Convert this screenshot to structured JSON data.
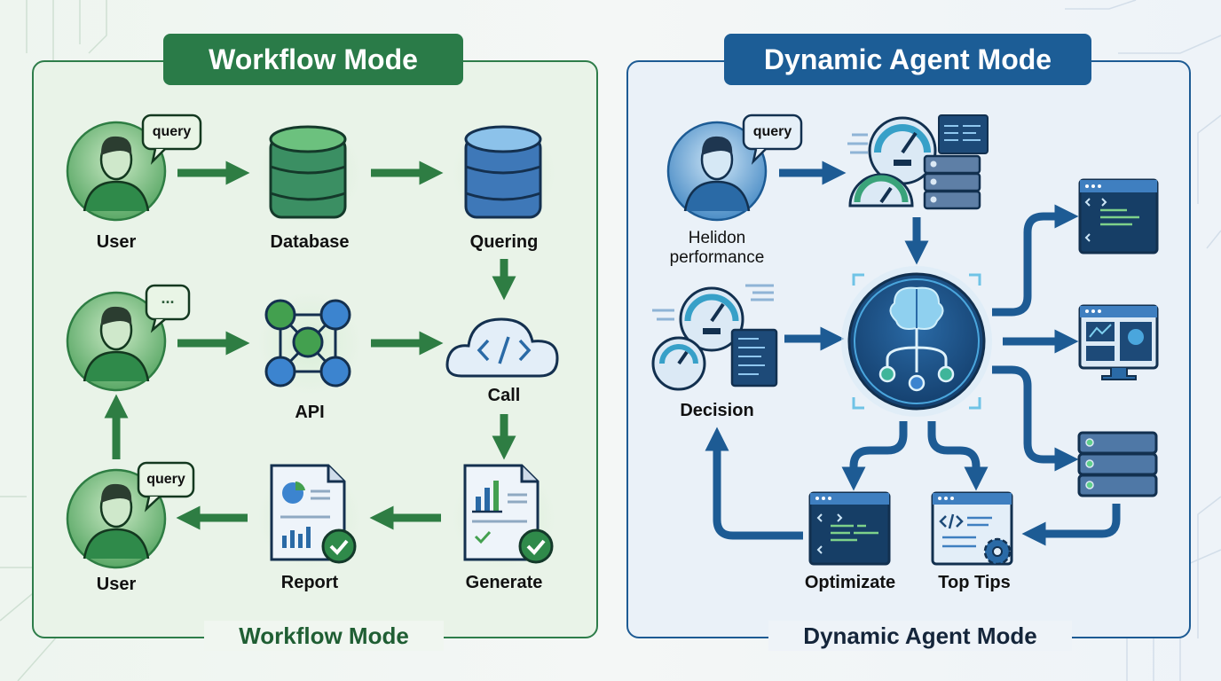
{
  "workflow": {
    "title": "Workflow Mode",
    "footer": "Workflow Mode",
    "accent": "#2a7b48",
    "nodes": {
      "user1": {
        "label": "User",
        "bubble": "query"
      },
      "database": {
        "label": "Database"
      },
      "querying": {
        "label": "Quering"
      },
      "user2": {
        "label": "",
        "bubble": "..."
      },
      "api": {
        "label": "API"
      },
      "call": {
        "label": "Call"
      },
      "user3": {
        "label": "User",
        "bubble": "query"
      },
      "report": {
        "label": "Report"
      },
      "generate": {
        "label": "Generate"
      }
    }
  },
  "agent": {
    "title": "Dynamic Agent Mode",
    "footer": "Dynamic Agent Mode",
    "accent": "#1c5d96",
    "nodes": {
      "user": {
        "label": "Helidon performance",
        "bubble": "query"
      },
      "decision": {
        "label": "Decision"
      },
      "optimize": {
        "label": "Optimizate"
      },
      "toptips": {
        "label": "Top Tips"
      }
    }
  }
}
